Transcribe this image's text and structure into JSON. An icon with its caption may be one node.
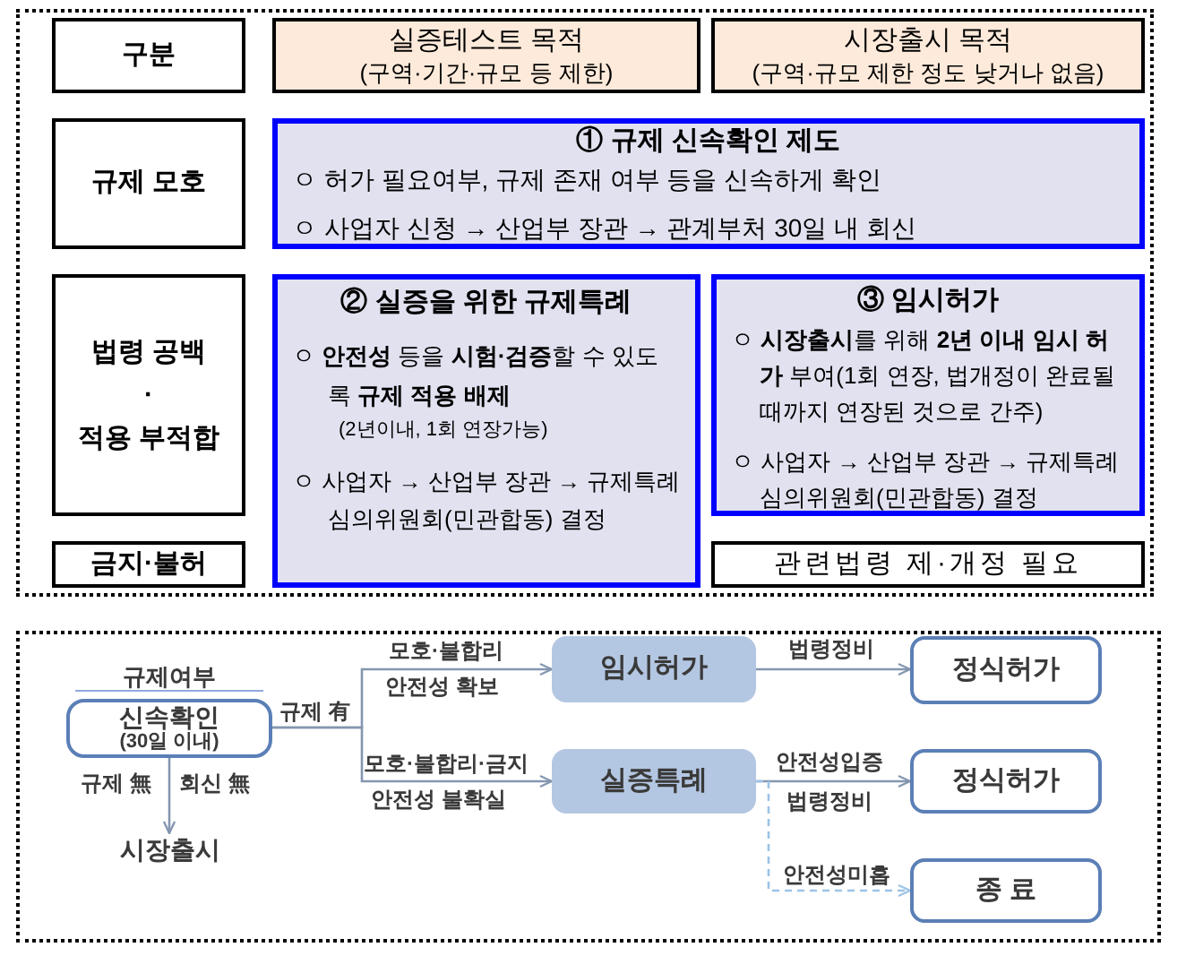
{
  "diagram": {
    "nodes": [
      {
        "text": [
          "구분"
        ]
      },
      {
        "text": [
          "실증테스트 목적",
          "(구역·기간·규모 등 제한)"
        ]
      },
      {
        "text": [
          "시장출시 목적",
          "(구역·규모 제한 정도 낮거나 없음)"
        ]
      },
      {
        "text": [
          "규제 모호"
        ]
      },
      {
        "text": [
          "① 규제 신속확인 제도",
          "ㅇ 허가 필요여부, 규제 존재 여부 등을 신속하게 확인",
          "ㅇ 사업자 신청 → 산업부 장관 → 관계부처 30일 내 회신"
        ]
      },
      {
        "text": [
          "법령 공백",
          "·",
          "적용 부적합"
        ]
      },
      {
        "text": [
          "② 실증을 위한 규제특례",
          "ㅇ **안전성** 등을 **시험·검증**할 수 있도록 **규제 적용 배제**",
          "(2년이내, 1회 연장가능)",
          "ㅇ 사업자 → 산업부 장관 → 규제특례심의위원회(민관합동) 결정"
        ]
      },
      {
        "text": [
          "③ 임시허가",
          "ㅇ **시장출시**를 위해 **2년 이내 임시 허가** 부여(1회 연장, 법개정이 완료될 때까지 연장된 것으로 간주)",
          "ㅇ 사업자 → 산업부 장관 → 규제특례심의위원회(민관합동) 결정"
        ]
      },
      {
        "text": [
          "금지·불허"
        ]
      },
      {
        "text": [
          "관련법령 제·개정 필요"
        ]
      },
      {
        "text": [
          "규제여부",
          "신속확인",
          "(30일 이내)"
        ]
      },
      {
        "text": [
          "시장출시"
        ]
      },
      {
        "text": [
          "임시허가"
        ]
      },
      {
        "text": [
          "실증특례"
        ]
      },
      {
        "text": [
          "정식허가"
        ]
      },
      {
        "text": [
          "정식허가"
        ]
      },
      {
        "text": [
          "종 료"
        ]
      }
    ],
    "edges": [
      {
        "from": 10,
        "to": 12,
        "arrow": "to",
        "label": "모호·불합리"
      },
      {
        "from": 10,
        "to": 13,
        "arrow": "to",
        "label": "모호·불합리·금지"
      },
      {
        "from": 10,
        "to": 11,
        "arrow": "to"
      },
      {
        "from": 12,
        "to": 14,
        "arrow": "to",
        "label": "법령정비"
      },
      {
        "from": 13,
        "to": 15,
        "arrow": "to",
        "label": "안전성입증"
      },
      {
        "from": 13,
        "to": 16,
        "arrow": "to",
        "label": "안전성미흡",
        "style": "dashed",
        "color": "#9dc3e6"
      }
    ],
    "labels": [
      "규제 有",
      "안전성 확보",
      "안전성 불확실",
      "규제 無",
      "회신 無",
      "법령정비"
    ]
  }
}
